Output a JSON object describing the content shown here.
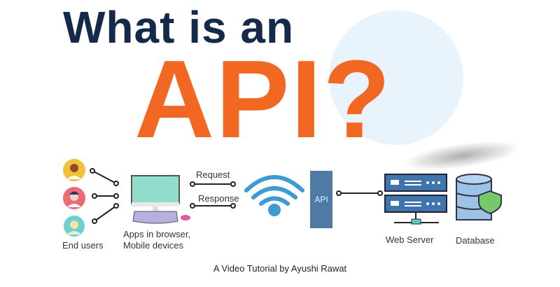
{
  "title": {
    "line1": "What is an",
    "line2": "API?"
  },
  "diagram": {
    "end_users_label": "End users",
    "apps_label_1": "Apps in browser,",
    "apps_label_2": "Mobile devices",
    "request_label": "Request",
    "response_label": "Response",
    "api_label": "API",
    "web_server_label": "Web Server",
    "database_label": "Database"
  },
  "footer": "A Video Tutorial by Ayushi Rawat",
  "colors": {
    "navy": "#15294a",
    "orange": "#f26722",
    "api_blue": "#4f7aa6",
    "server_blue": "#3f74ad"
  }
}
